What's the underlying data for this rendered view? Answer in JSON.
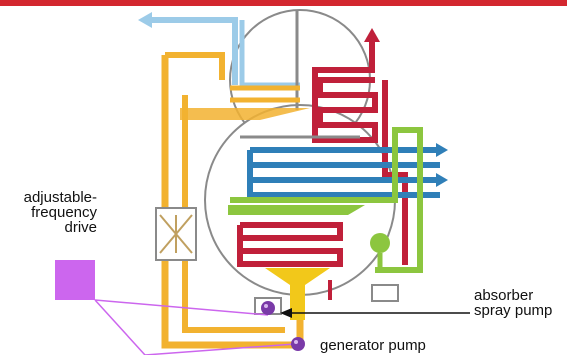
{
  "colors": {
    "top_bar": "#d3272f",
    "vessel_outline": "#8a8a8a",
    "refrigerant_pipe": "#f2b230",
    "cooling_water": "#2f7fb8",
    "chilled_water": "#8cc63f",
    "steam_heat": "#c0203a",
    "light_blue_vapor": "#9ccbe8",
    "drive_box": "#cc66ee",
    "pump": "#7a3aa8",
    "leader_line": "#cc66ee",
    "pointer": "#111111"
  },
  "labels": {
    "adjustable_frequency_drive": [
      "adjustable-",
      "frequency",
      "drive"
    ],
    "absorber_spray_pump": [
      "absorber",
      "spray pump"
    ],
    "generator_pump": "generator pump"
  },
  "icons": {
    "drive": "square",
    "pumps": "sphere",
    "arrow": "arrowhead"
  }
}
